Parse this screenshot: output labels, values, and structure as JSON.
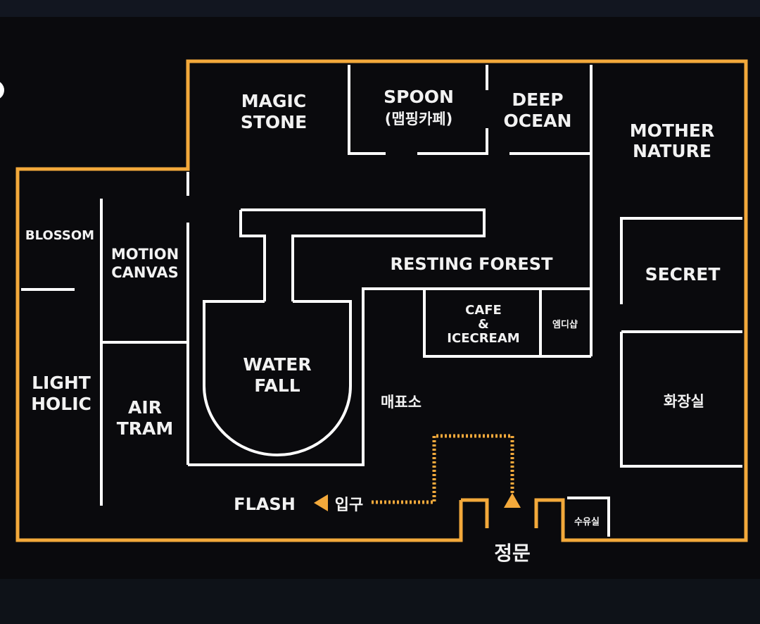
{
  "colors": {
    "background": "#0a0a0d",
    "outer_wall": "#f3a93b",
    "inner_wall": "#ffffff",
    "path": "#f3a93b",
    "text": "#f2f2f2"
  },
  "rooms": {
    "magic_stone": [
      "MAGIC",
      "STONE"
    ],
    "spoon": [
      "SPOON",
      "(맵핑카페)"
    ],
    "deep_ocean": [
      "DEEP",
      "OCEAN"
    ],
    "mother_nature": [
      "MOTHER",
      "NATURE"
    ],
    "blossom": "BLOSSOM",
    "motion_canvas": [
      "MOTION",
      "CANVAS"
    ],
    "resting_forest": "RESTING FOREST",
    "secret": "SECRET",
    "cafe": [
      "CAFE",
      "&",
      "ICECREAM"
    ],
    "goods_shop": "엠디샵",
    "water_fall": [
      "WATER",
      "FALL"
    ],
    "light_holic": [
      "LIGHT",
      "HOLIC"
    ],
    "air_tram": [
      "AIR",
      "TRAM"
    ],
    "ticket_office": "매표소",
    "restroom": "화장실",
    "nursing_room": "수유실",
    "flash": "FLASH",
    "entrance": "입구",
    "main_gate": "정문"
  }
}
